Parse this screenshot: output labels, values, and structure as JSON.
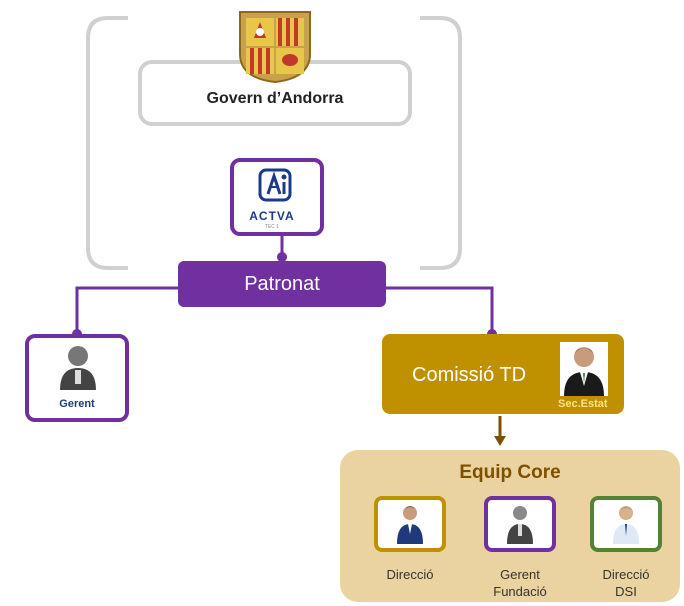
{
  "govern": {
    "label": "Govern d’Andorra"
  },
  "actva": {
    "logo_text": "ACTVA",
    "sub_text": "TEC 1"
  },
  "patronat": {
    "label": "Patronat"
  },
  "gerent": {
    "label": "Gerent"
  },
  "comissio": {
    "label": "Comissió TD",
    "badge": "Sec.Estat"
  },
  "equip": {
    "title": "Equip Core",
    "members": [
      {
        "line1": "Direcció",
        "line2": ""
      },
      {
        "line1": "Gerent",
        "line2": "Fundació"
      },
      {
        "line1": "Direcció",
        "line2": "DSI"
      }
    ]
  },
  "colors": {
    "purple": "#7030a0",
    "gold": "#bf9000",
    "gold_light": "#ead3a0",
    "green": "#548235",
    "grey": "#d0d0d0"
  }
}
